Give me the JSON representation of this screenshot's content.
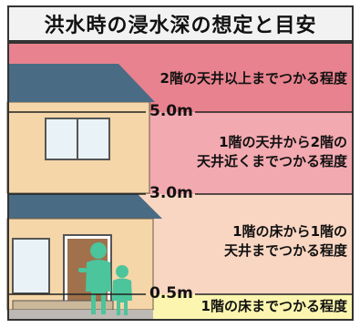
{
  "title": "洪水時の浸水深の想定と目安",
  "levels": [
    {
      "depth_label": "5.0m",
      "description": "2階の天井以上までつかる程度",
      "color": "#e8828e"
    },
    {
      "depth_label": "3.0m",
      "description": [
        "1階の天井から2階の",
        "天井近くまでつかる程度"
      ],
      "color": "#f3a9b0"
    },
    {
      "depth_label": "0.5m",
      "description": [
        "1階の床から1階の",
        "天井までつかる程度"
      ],
      "color": "#f9d6c2"
    },
    {
      "depth_label": "",
      "description": "1階の床までつかる程度",
      "color": "#fbf5b0"
    }
  ],
  "colors": {
    "house_wall": "#f5d6a8",
    "roof": "#4a6b84",
    "people": "#4cc49c",
    "line": "#222222"
  }
}
